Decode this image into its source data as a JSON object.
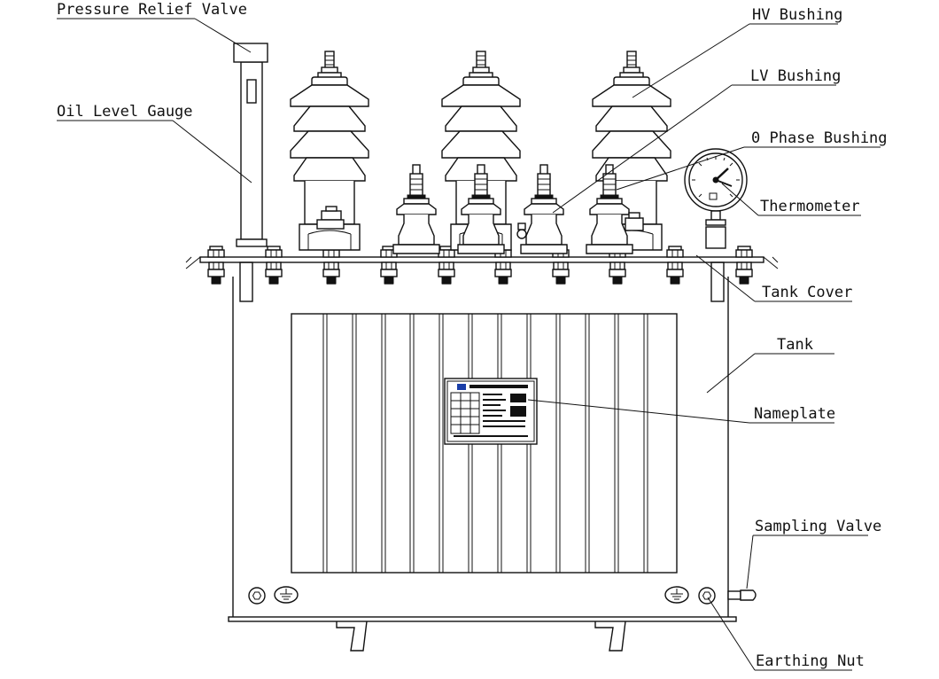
{
  "labels": {
    "pressure_relief_valve": "Pressure Relief Valve",
    "oil_level_gauge": "Oil Level Gauge",
    "hv_bushing": "HV Bushing",
    "lv_bushing": "LV Bushing",
    "zero_phase_bushing": "0 Phase Bushing",
    "thermometer": "Thermometer",
    "tank_cover": "Tank Cover",
    "tank": "Tank",
    "nameplate": "Nameplate",
    "sampling_valve": "Sampling Valve",
    "earthing_nut": "Earthing Nut"
  },
  "colors": {
    "line": "#111111",
    "background": "#ffffff",
    "logo": "#1a3ea8"
  }
}
